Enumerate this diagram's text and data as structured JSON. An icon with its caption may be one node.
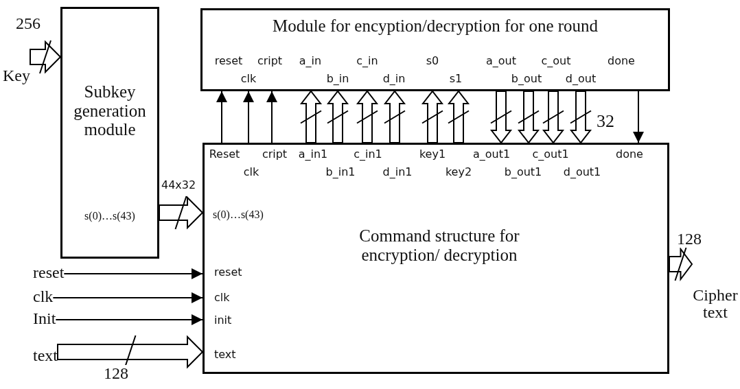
{
  "diagram": {
    "nodes": [
      {
        "text": [
          "Key"
        ]
      },
      {
        "text": [
          "Subkey generation module",
          "s(0)…s(43)"
        ]
      },
      {
        "text": [
          "Module for encyption/decryption for one round",
          "reset",
          "clk",
          "cript",
          "a_in",
          "b_in",
          "c_in",
          "d_in",
          "s0",
          "s1",
          "a_out",
          "b_out",
          "c_out",
          "d_out",
          "done"
        ]
      },
      {
        "text": [
          "Command structure for encryption/ decryption",
          "Reset",
          "clk",
          "cript",
          "a_in1",
          "b_in1",
          "c_in1",
          "d_in1",
          "key1",
          "key2",
          "a_out1",
          "b_out1",
          "c_out1",
          "d_out1",
          "done",
          "s(0)…s(43)",
          "reset",
          "clk",
          "init",
          "text"
        ]
      },
      {
        "text": [
          "reset"
        ]
      },
      {
        "text": [
          "clk"
        ]
      },
      {
        "text": [
          "Init"
        ]
      },
      {
        "text": [
          "text"
        ]
      },
      {
        "text": [
          "Cipher text"
        ]
      }
    ],
    "edges": [
      {
        "from": 0,
        "to": 1,
        "arrow": "to",
        "style": "thick",
        "label": "256"
      },
      {
        "from": 1,
        "to": 3,
        "arrow": "to",
        "style": "thick",
        "label": "44x32"
      },
      {
        "from": 3,
        "to": 2,
        "arrow": "to"
      },
      {
        "from": 3,
        "to": 2,
        "arrow": "to"
      },
      {
        "from": 3,
        "to": 2,
        "arrow": "to"
      },
      {
        "from": 3,
        "to": 2,
        "arrow": "to",
        "style": "thick"
      },
      {
        "from": 3,
        "to": 2,
        "arrow": "to",
        "style": "thick"
      },
      {
        "from": 3,
        "to": 2,
        "arrow": "to",
        "style": "thick"
      },
      {
        "from": 3,
        "to": 2,
        "arrow": "to",
        "style": "thick"
      },
      {
        "from": 3,
        "to": 2,
        "arrow": "to",
        "style": "thick"
      },
      {
        "from": 3,
        "to": 2,
        "arrow": "to",
        "style": "thick"
      },
      {
        "from": 2,
        "to": 3,
        "arrow": "to",
        "style": "thick"
      },
      {
        "from": 2,
        "to": 3,
        "arrow": "to",
        "style": "thick"
      },
      {
        "from": 2,
        "to": 3,
        "arrow": "to",
        "style": "thick"
      },
      {
        "from": 2,
        "to": 3,
        "arrow": "to",
        "style": "thick",
        "label": "32"
      },
      {
        "from": 2,
        "to": 3,
        "arrow": "to"
      },
      {
        "from": 4,
        "to": 3,
        "arrow": "to"
      },
      {
        "from": 5,
        "to": 3,
        "arrow": "to"
      },
      {
        "from": 6,
        "to": 3,
        "arrow": "to"
      },
      {
        "from": 7,
        "to": 3,
        "arrow": "to",
        "style": "thick",
        "label": "128"
      },
      {
        "from": 3,
        "to": 8,
        "arrow": "to",
        "style": "thick",
        "label": "128"
      }
    ]
  }
}
